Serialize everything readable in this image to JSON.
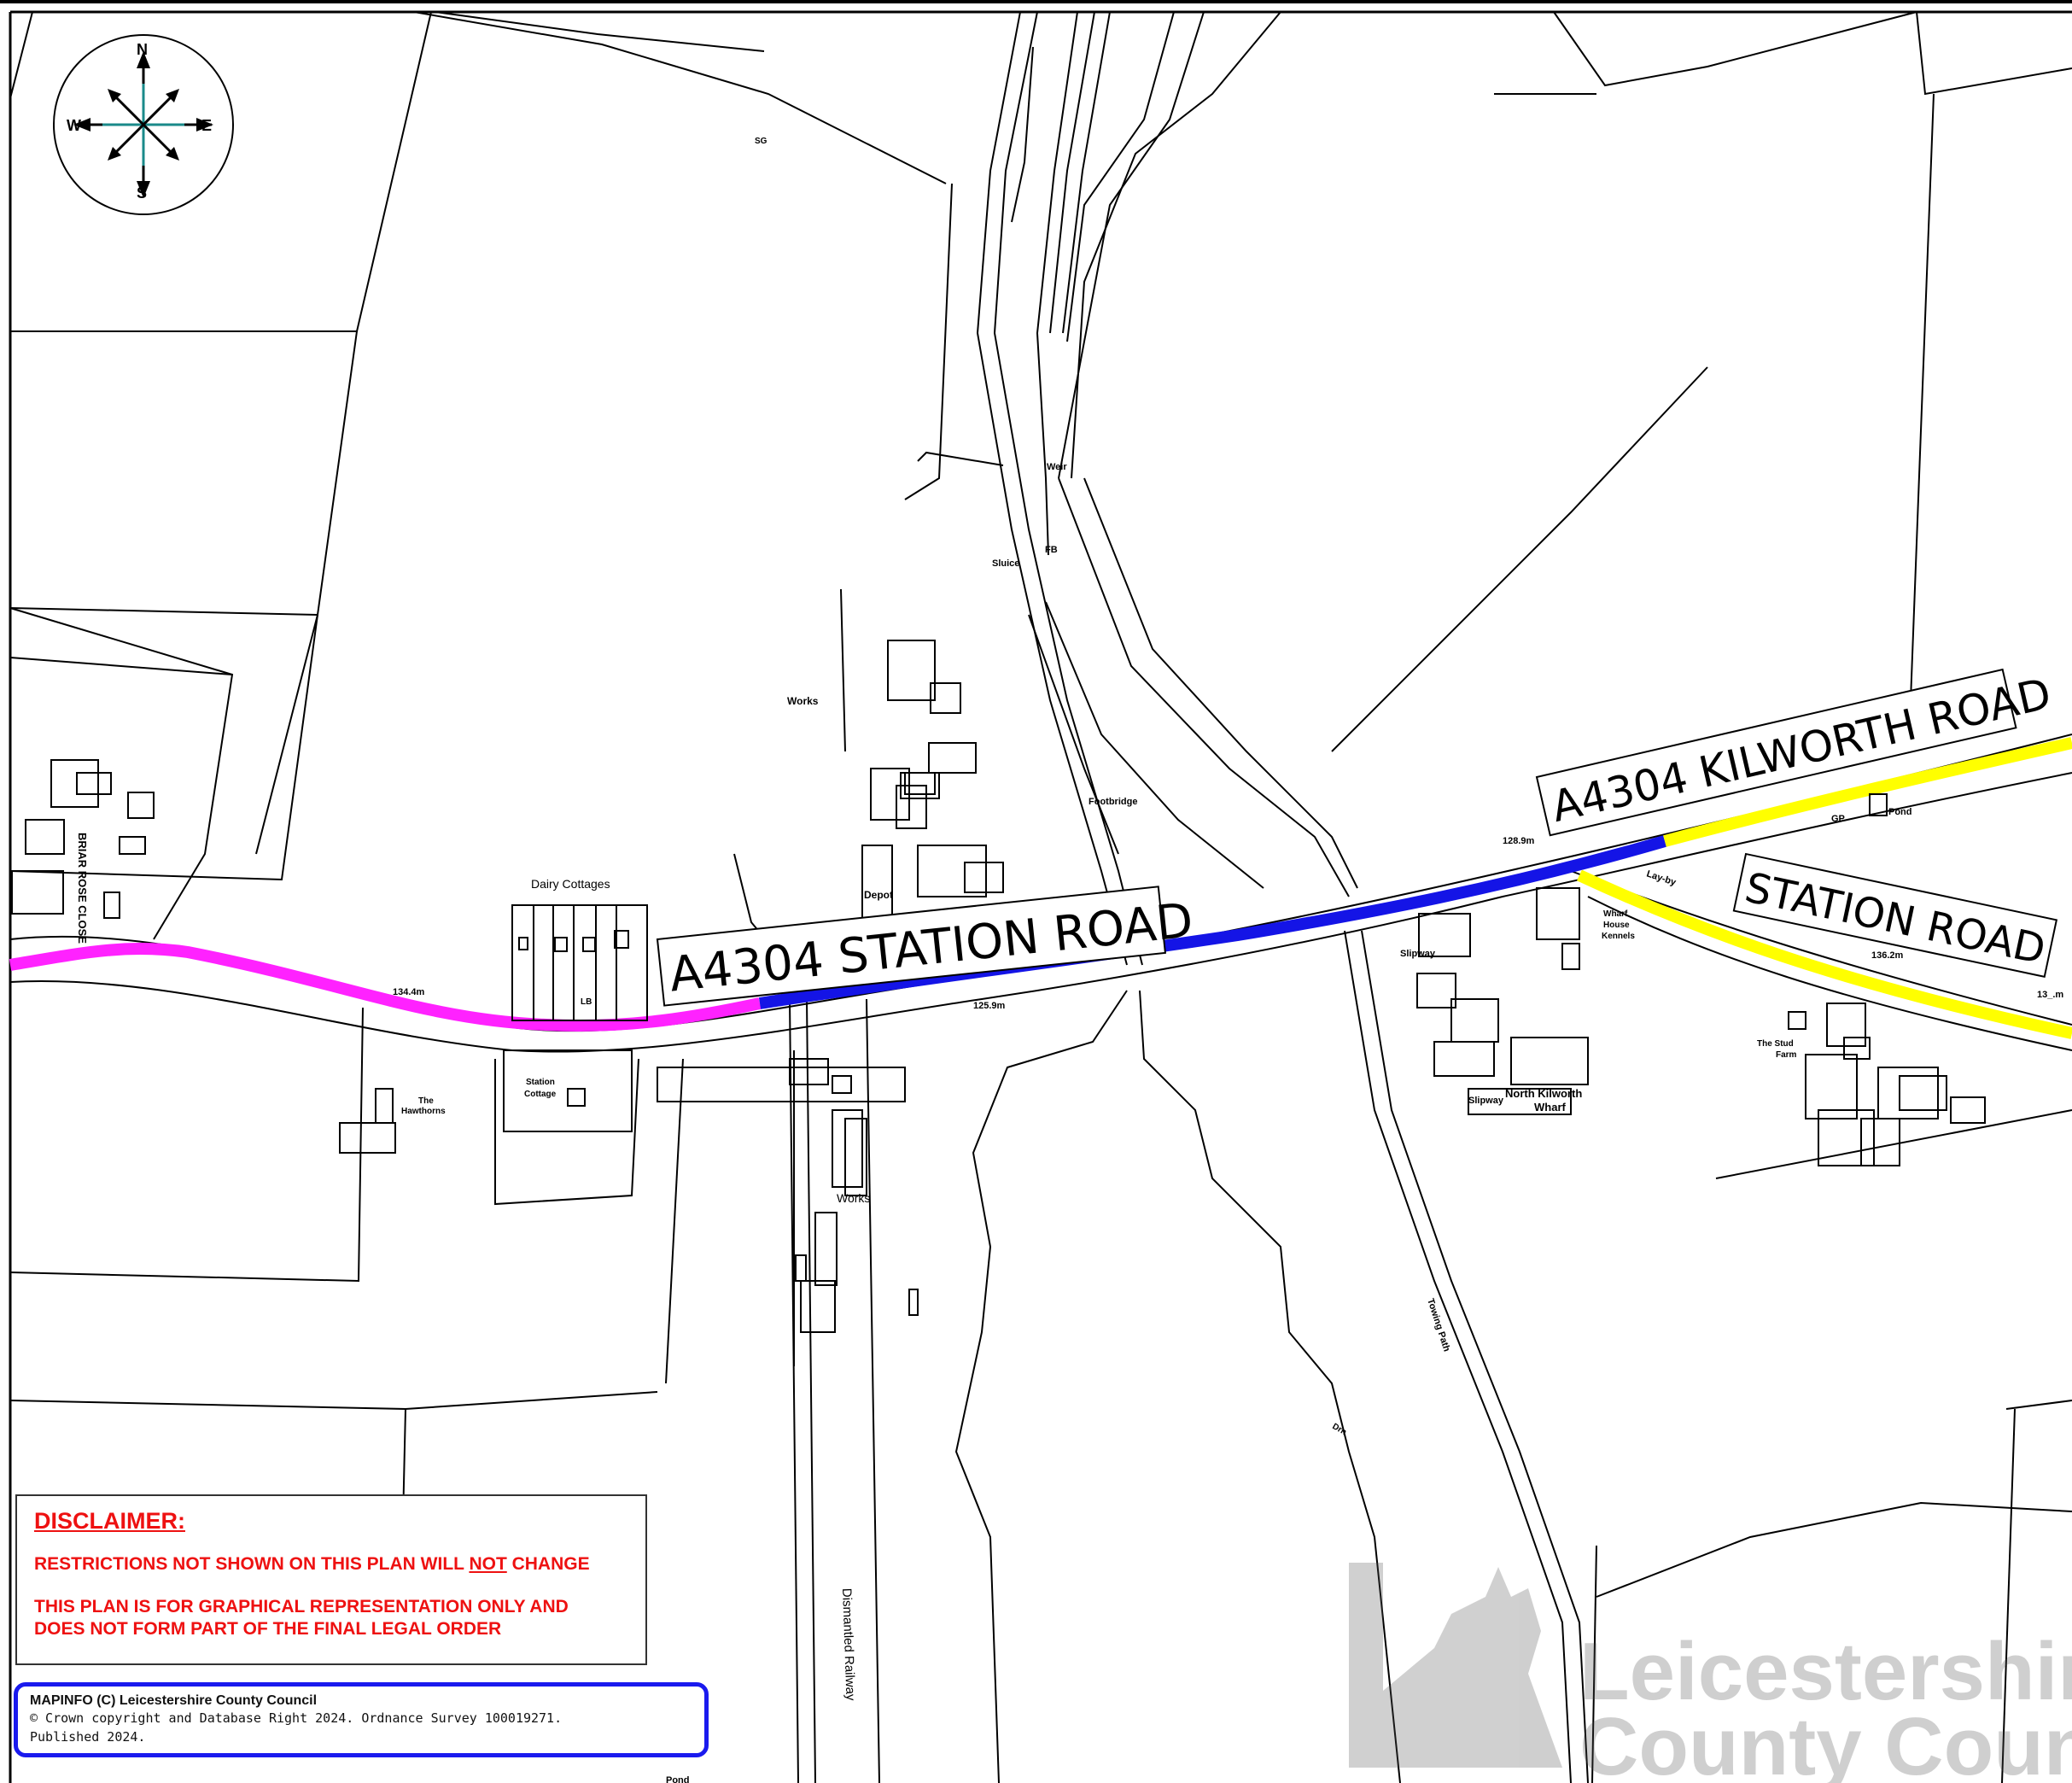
{
  "road_labels": {
    "station_road_west": "A4304 STATION ROAD",
    "kilworth_road": "A4304 KILWORTH ROAD",
    "station_road_east": "STATION ROAD"
  },
  "compass": {
    "n": "N",
    "s": "S",
    "e": "E",
    "w": "W"
  },
  "place_labels": {
    "briar_rose_close": "BRIAR ROSE CLOSE",
    "dairy_cottages": "Dairy Cottages",
    "depot": "Depot",
    "works_north": "Works",
    "works_south": "Works",
    "footbridge": "Footbridge",
    "weir": "Weir",
    "sluice": "Sluice",
    "fb": "FB",
    "the_hawthorns_1": "The",
    "the_hawthorns_2": "Hawthorns",
    "station_cottage_1": "Station",
    "station_cottage_2": "Cottage",
    "slipway_north": "Slipway",
    "slipway_south": "Slipway",
    "wharf_house_1": "Wharf",
    "wharf_house_2": "House",
    "wharf_house_3": "Kennels",
    "north_kilworth_wharf_1": "North Kilworth",
    "north_kilworth_wharf_2": "Wharf",
    "the_stud_farm_1": "The Stud",
    "the_stud_farm_2": "Farm",
    "pond_east": "Pond",
    "pond_south": "Pond",
    "gp": "GP",
    "lay_by": "Lay-by",
    "towing_path": "Towing Path",
    "dismantled_railway": "Dismantled Railway",
    "drain": "Drn",
    "sg": "SG",
    "lb": "LB",
    "spot_134": "134.4m",
    "spot_125": "125.9m",
    "spot_128": "128.9m",
    "spot_136": "136.2m",
    "spot_edge": "13_.m"
  },
  "restriction_colors": {
    "magenta": "#ff22ff",
    "blue": "#1414e6",
    "yellow": "#ffff00"
  },
  "disclaimer": {
    "title": "DISCLAIMER:",
    "line1_a": "RESTRICTIONS NOT SHOWN ON THIS PLAN WILL ",
    "line1_not": "NOT",
    "line1_b": " CHANGE",
    "line2": "THIS PLAN IS FOR GRAPHICAL REPRESENTATION ONLY AND",
    "line3": "DOES NOT FORM PART OF THE FINAL LEGAL ORDER"
  },
  "copyright": {
    "head": "MAPINFO (C) Leicestershire County Council",
    "line1": "© Crown copyright and Database Right 2024. Ordnance Survey 100019271.",
    "line2": "Published 2024."
  },
  "watermark": {
    "line1": "Leicestershire",
    "line2": "County Council"
  }
}
